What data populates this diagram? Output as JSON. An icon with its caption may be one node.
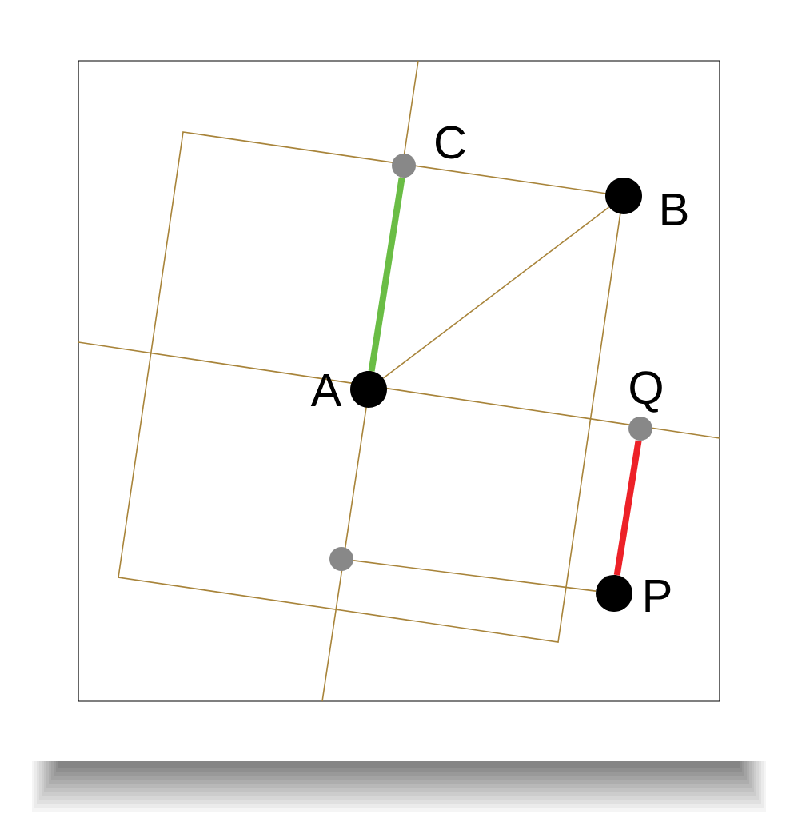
{
  "diagram": {
    "nodes": [
      {
        "text": [],
        "shape": "circle",
        "beside": [
          "C"
        ]
      },
      {
        "text": [],
        "shape": "circle",
        "beside": [
          "B"
        ]
      },
      {
        "text": [],
        "shape": "circle",
        "beside": [
          "A"
        ]
      },
      {
        "text": [],
        "shape": "circle",
        "beside": [
          "Q"
        ]
      },
      {
        "text": [],
        "shape": "circle"
      },
      {
        "text": [],
        "shape": "circle",
        "beside": [
          "P"
        ]
      }
    ],
    "edges": [
      {
        "from": 2,
        "to": 0,
        "arrow": "none",
        "style": "thick",
        "color": "#6abd45"
      },
      {
        "from": 2,
        "to": 1,
        "arrow": "none"
      },
      {
        "from": 3,
        "to": 5,
        "arrow": "none",
        "style": "thick",
        "color": "#ed2128"
      },
      {
        "from": 4,
        "to": 5,
        "arrow": "none"
      }
    ]
  }
}
